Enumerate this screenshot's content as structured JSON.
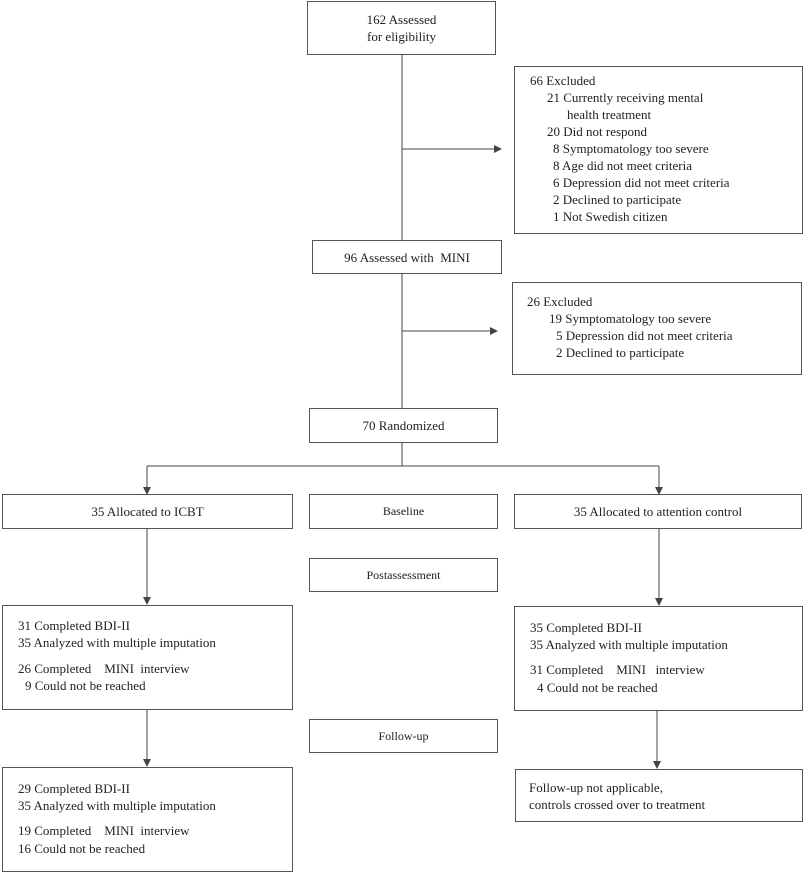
{
  "assessed": {
    "line1": "162 Assessed",
    "line2": "for eligibility"
  },
  "excluded1": {
    "title": "66 Excluded",
    "r1a": "21 Currently receiving mental",
    "r1b": "health treatment",
    "r2": "20 Did not respond",
    "r3": "8 Symptomatology too severe",
    "r4": "8 Age did not meet criteria",
    "r5": "6 Depression did not meet criteria",
    "r6": "2 Declined to participate",
    "r7": "1 Not Swedish citizen"
  },
  "mini": {
    "label": "96 Assessed with  MINI"
  },
  "excluded2": {
    "title": "26 Excluded",
    "r1": "19 Symptomatology too severe",
    "r2": "5 Depression did not meet criteria",
    "r3": "2 Declined to participate"
  },
  "randomized": {
    "label": "70 Randomized"
  },
  "icbt": {
    "label": "35 Allocated to ICBT"
  },
  "control": {
    "label": "35 Allocated to attention control"
  },
  "phases": {
    "baseline": "Baseline",
    "post": "Postassessment",
    "followup": "Follow-up"
  },
  "icbt_post": {
    "l1": "31 Completed BDI-II",
    "l2": "35 Analyzed with multiple imputation",
    "l3": "26 Completed    MINI  interview",
    "l4": "9 Could not be reached"
  },
  "control_post": {
    "l1": "35 Completed BDI-II",
    "l2": "35 Analyzed with multiple imputation",
    "l3": "31 Completed    MINI   interview",
    "l4": "4 Could not be reached"
  },
  "icbt_follow": {
    "l1": "29 Completed BDI-II",
    "l2": "35 Analyzed with multiple imputation",
    "l3": "19 Completed    MINI  interview",
    "l4": "16 Could not be reached"
  },
  "control_follow": {
    "l1": "Follow-up not applicable,",
    "l2": "controls crossed over to treatment"
  }
}
